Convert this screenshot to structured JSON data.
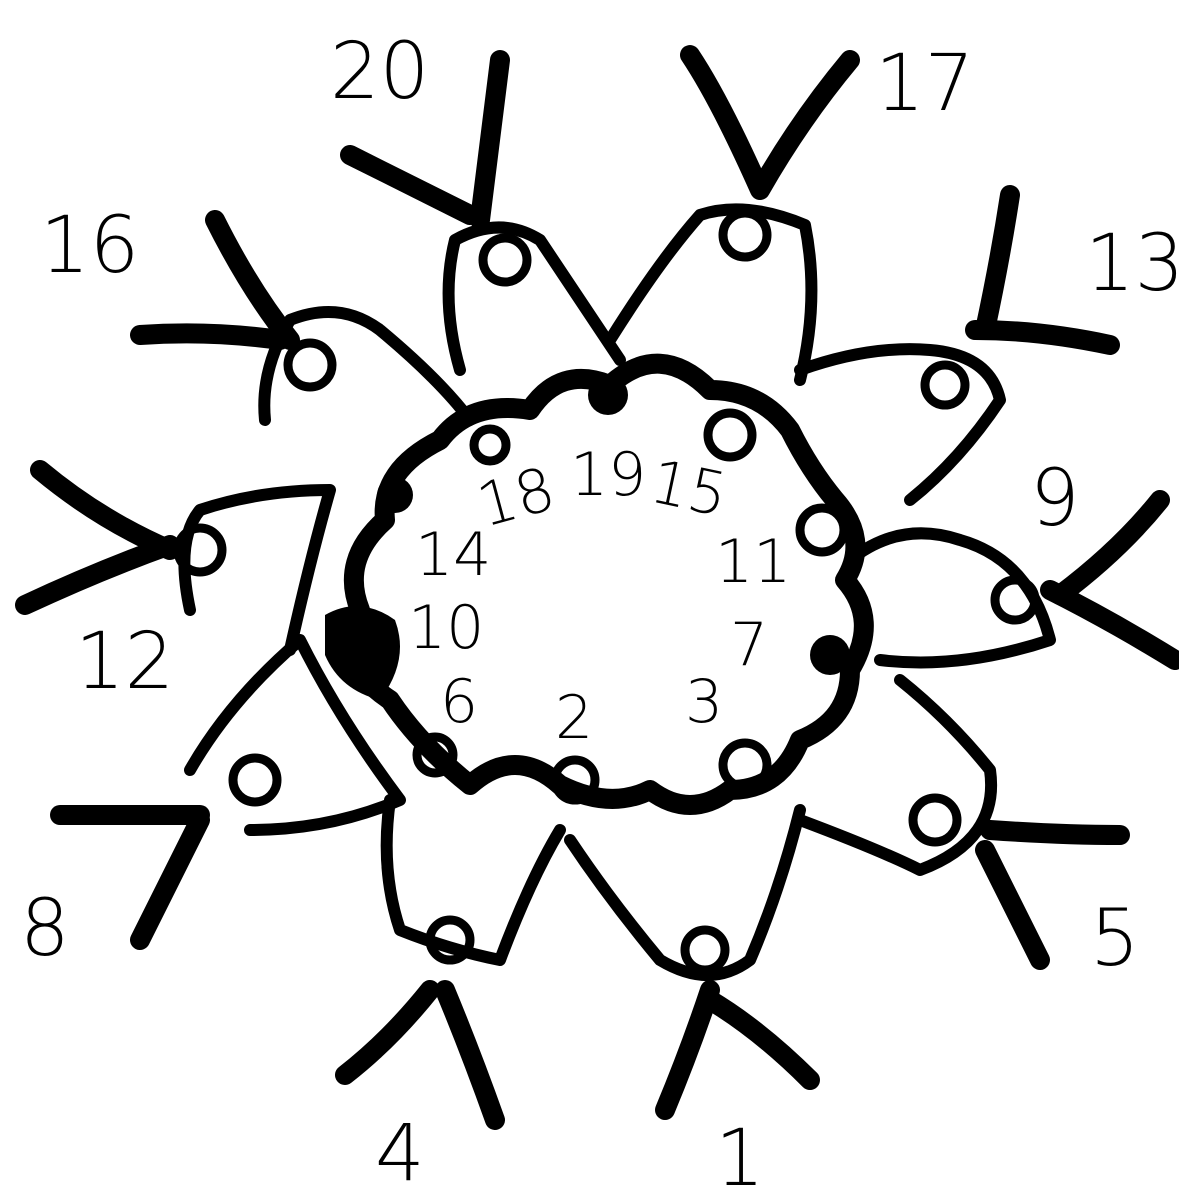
{
  "diagram": {
    "outer_labels": [
      "20",
      "17",
      "16",
      "13",
      "9",
      "12",
      "8",
      "5",
      "4",
      "1"
    ],
    "inner_labels": [
      "18",
      "19",
      "15",
      "14",
      "11",
      "10",
      "7",
      "6",
      "3",
      "2"
    ],
    "colors": {
      "ink": "#000000",
      "background": "#ffffff"
    }
  }
}
